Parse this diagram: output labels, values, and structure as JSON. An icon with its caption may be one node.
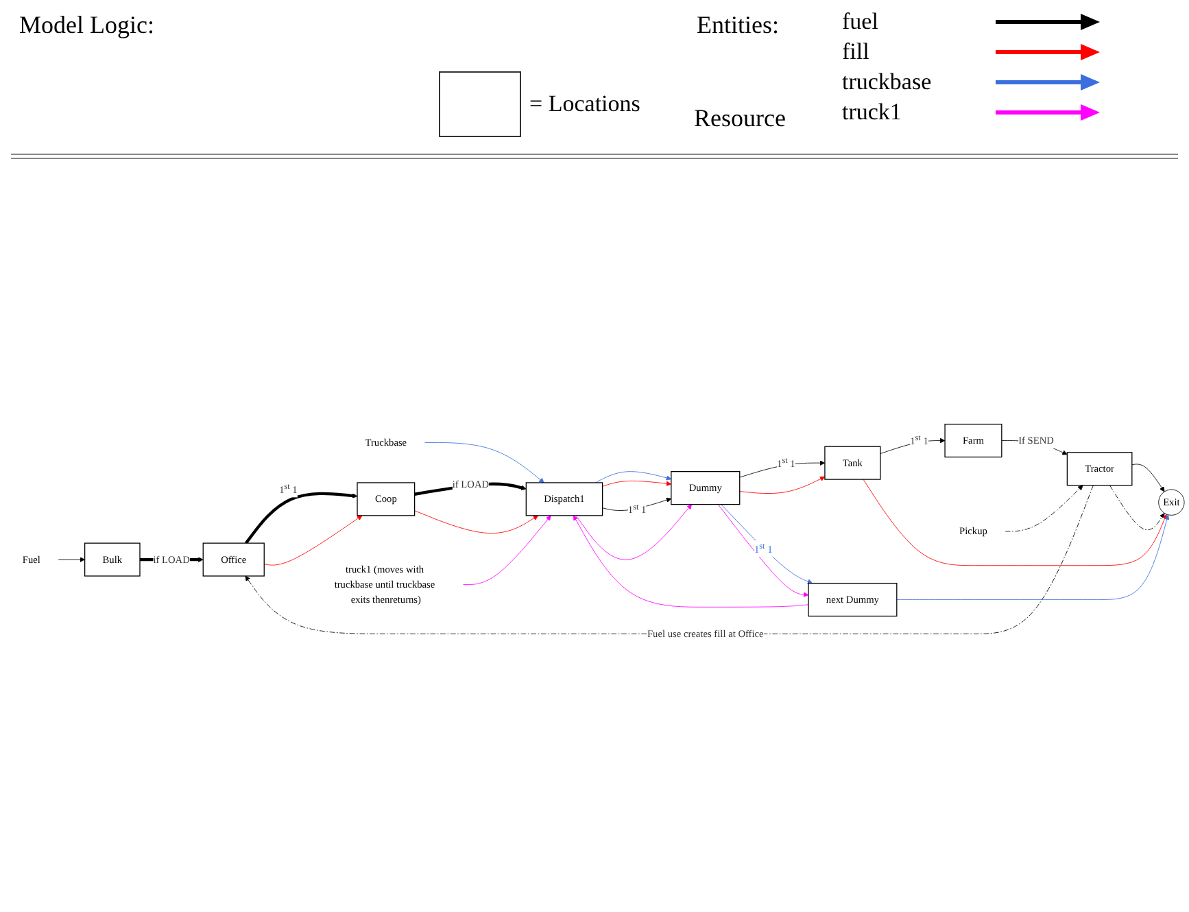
{
  "diagram": {
    "nodes": [
      {
        "text": [
          "Fuel"
        ]
      },
      {
        "text": [
          "Truckbase"
        ]
      },
      {
        "text": [
          "Bulk"
        ]
      },
      {
        "text": [
          "Office"
        ]
      },
      {
        "text": [
          "Coop"
        ]
      },
      {
        "text": [
          "Dispatch1"
        ]
      },
      {
        "text": [
          "Tractor"
        ]
      },
      {
        "text": [
          "Farm"
        ]
      },
      {
        "text": [
          "Tank"
        ]
      },
      {
        "text": [
          "Dummy"
        ]
      },
      {
        "text": [
          "next Dummy"
        ]
      },
      {
        "text": [
          "Exit"
        ]
      },
      {
        "text": [
          "Pickup"
        ]
      },
      {
        "text": [
          "truck1 (moves with truckbase until truckbase exits thenreturns)"
        ]
      }
    ],
    "edges": [
      {
        "from": 0,
        "to": 2,
        "arrow": "to"
      },
      {
        "from": 1,
        "to": 5,
        "arrow": "to",
        "color": "#3b6fe0"
      },
      {
        "from": 2,
        "to": 3,
        "arrow": "to",
        "label": "if LOAD",
        "style": "thick"
      },
      {
        "from": 3,
        "to": 4,
        "arrow": "to",
        "label": "1$^{st}$ 1",
        "style": "thick"
      },
      {
        "from": 3,
        "to": 4,
        "arrow": "to",
        "color": "#ff0000"
      },
      {
        "from": 4,
        "to": 5,
        "arrow": "to",
        "label": "if LOAD",
        "style": "thick"
      },
      {
        "from": 4,
        "to": 5,
        "arrow": "to",
        "color": "#ff0000"
      },
      {
        "from": 5,
        "to": 9,
        "arrow": "to",
        "color": "#3b6fe0"
      },
      {
        "from": 5,
        "to": 9,
        "arrow": "to",
        "color": "#ff0000"
      },
      {
        "from": 5,
        "to": 9,
        "arrow": "to",
        "label": "1$^{st}$ 1"
      },
      {
        "from": 9,
        "to": 8,
        "arrow": "to",
        "label": "1$^{st}$ 1"
      },
      {
        "from": 9,
        "to": 8,
        "arrow": "to",
        "color": "#ff0000"
      },
      {
        "from": 8,
        "to": 7,
        "arrow": "to",
        "label": "1$^{st}$ 1"
      },
      {
        "from": 7,
        "to": 6,
        "arrow": "to",
        "label": "If SEND"
      },
      {
        "from": 6,
        "to": 3,
        "arrow": "to",
        "label": "Fuel use creates fill at Office",
        "style": "dashed"
      },
      {
        "from": 12,
        "to": 6,
        "arrow": "to",
        "style": "dashed"
      },
      {
        "from": 6,
        "to": 11,
        "arrow": "to"
      },
      {
        "from": 6,
        "to": 11,
        "arrow": "to",
        "style": "dashed"
      },
      {
        "from": 8,
        "to": 11,
        "arrow": "to",
        "color": "#ff0000"
      },
      {
        "from": 9,
        "to": 10,
        "arrow": "to",
        "label": "1$^{st}$ 1",
        "color": "#3b6fe0"
      },
      {
        "from": 10,
        "to": 11,
        "arrow": "to",
        "color": "#3b6fe0"
      },
      {
        "from": 13,
        "to": 5,
        "arrow": "to",
        "color": "#ff00ff"
      },
      {
        "from": 5,
        "to": 9,
        "arrow": "to",
        "color": "#ff00ff"
      },
      {
        "from": 9,
        "to": 10,
        "arrow": "to",
        "color": "#ff00ff"
      },
      {
        "from": 10,
        "to": 5,
        "arrow": "to",
        "color": "#ff00ff"
      }
    ],
    "labels": [
      "Model Logic:",
      "Entities:",
      "Resource"
    ],
    "legend": [
      {
        "text": "fuel",
        "color": "#000000"
      },
      {
        "text": "fill",
        "color": "#ff0000"
      },
      {
        "text": "truckbase",
        "color": "#3b6fe0"
      },
      {
        "text": "truck1",
        "color": "#ff00ff"
      },
      {
        "text": "= Locations"
      }
    ]
  }
}
